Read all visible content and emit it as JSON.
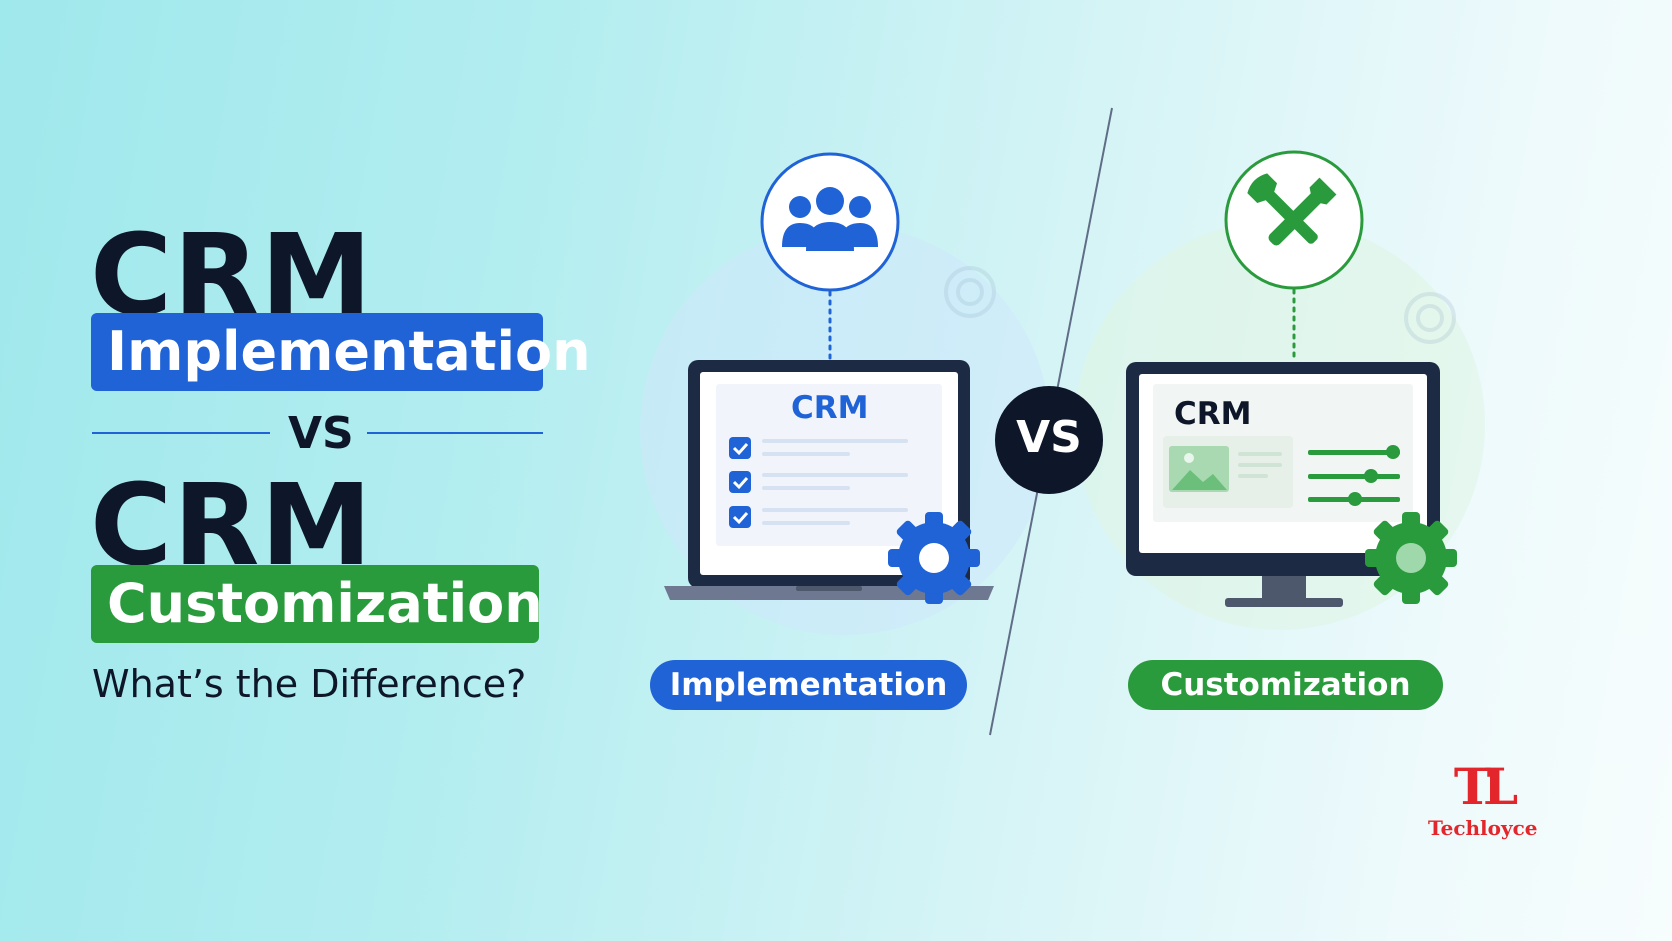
{
  "headline": {
    "crm_top": "CRM",
    "implementation_label": "Implementation",
    "vs_label": "VS",
    "crm_bottom": "CRM",
    "customization_label": "Customization",
    "subtitle": "What’s the Difference?"
  },
  "illustration": {
    "left_screen_title": "CRM",
    "right_screen_title": "CRM",
    "center_vs": "VS",
    "left_pill": "Implementation",
    "right_pill": "Customization",
    "left_icon": "people-group-icon",
    "right_icon": "wrench-screwdriver-icon"
  },
  "brand": {
    "logo_mark": "TL",
    "name": "Techloyce"
  },
  "colors": {
    "blue": "#1f63d6",
    "green": "#2a9b3d",
    "dark": "#0e1629",
    "logo_red": "#e3262b"
  }
}
